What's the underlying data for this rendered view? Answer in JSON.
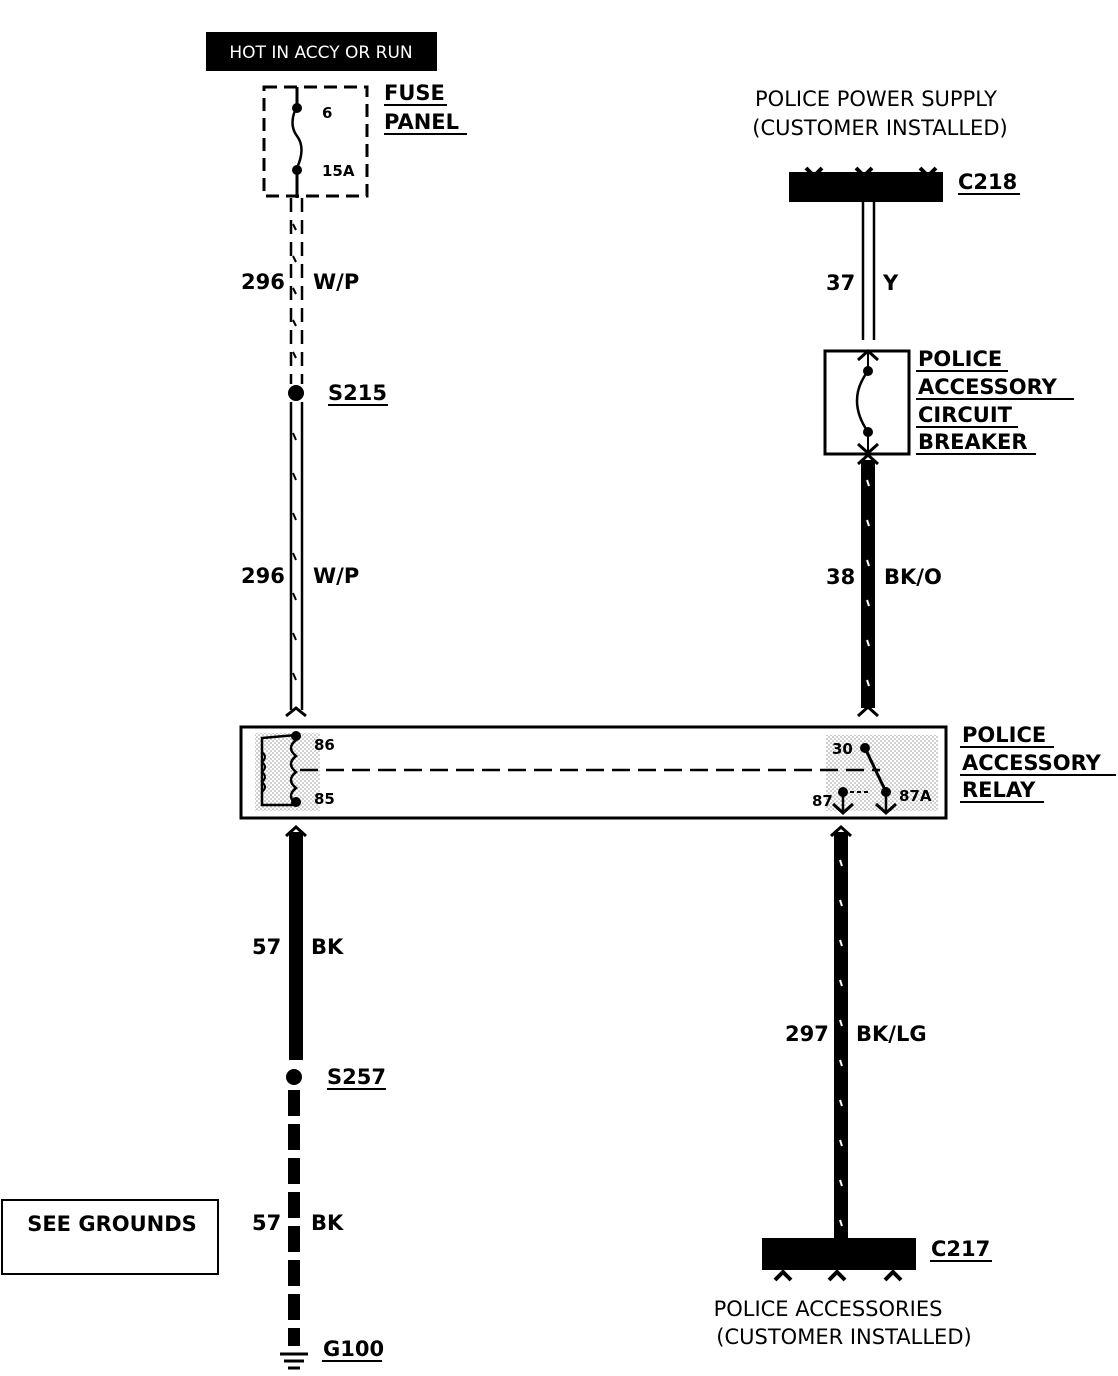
{
  "hot_label": "HOT IN ACCY OR RUN",
  "fuse_panel": {
    "title_line1": "FUSE",
    "title_line2": "PANEL",
    "fuse_number": "6",
    "fuse_rating": "15A"
  },
  "power_supply": {
    "line1": "POLICE POWER SUPPLY",
    "line2": "(CUSTOMER INSTALLED)",
    "connector": "C218"
  },
  "circuit_breaker": {
    "line1": "POLICE",
    "line2": "ACCESSORY",
    "line3": "CIRCUIT",
    "line4": "BREAKER"
  },
  "relay": {
    "line1": "POLICE",
    "line2": "ACCESSORY",
    "line3": "RELAY",
    "pin_86": "86",
    "pin_85": "85",
    "pin_30": "30",
    "pin_87": "87",
    "pin_87a": "87A"
  },
  "wires": {
    "w296_upper": {
      "circuit": "296",
      "color": "W/P"
    },
    "w296_lower": {
      "circuit": "296",
      "color": "W/P"
    },
    "w37": {
      "circuit": "37",
      "color": "Y"
    },
    "w38": {
      "circuit": "38",
      "color": "BK/O"
    },
    "w57_upper": {
      "circuit": "57",
      "color": "BK"
    },
    "w57_lower": {
      "circuit": "57",
      "color": "BK"
    },
    "w297": {
      "circuit": "297",
      "color": "BK/LG"
    }
  },
  "splices": {
    "s215": "S215",
    "s257": "S257"
  },
  "ground": {
    "see_grounds": "SEE GROUNDS",
    "g100": "G100"
  },
  "accessories": {
    "line1": "POLICE ACCESSORIES",
    "line2": "(CUSTOMER INSTALLED)",
    "connector": "C217"
  }
}
